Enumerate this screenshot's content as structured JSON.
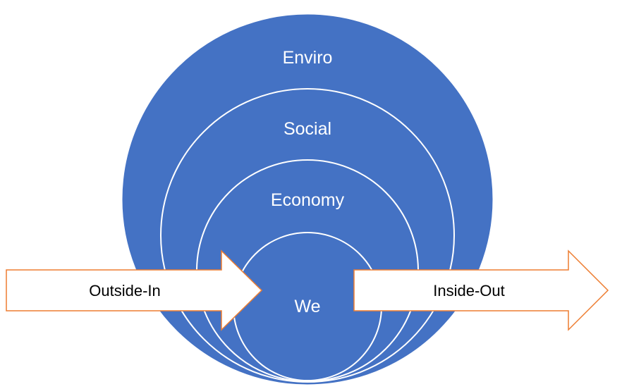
{
  "diagram": {
    "rings": [
      {
        "label": "Enviro"
      },
      {
        "label": "Social"
      },
      {
        "label": "Economy"
      },
      {
        "label": "We"
      }
    ],
    "arrows": [
      {
        "label": "Outside-In"
      },
      {
        "label": "Inside-Out"
      }
    ]
  },
  "colors": {
    "fill": "#4472C4",
    "ring_outline": "#FFFFFF",
    "arrow_outline": "#ED7D31",
    "arrow_fill": "#FFFFFF",
    "ring_text": "#FFFFFF",
    "arrow_text": "#000000"
  }
}
